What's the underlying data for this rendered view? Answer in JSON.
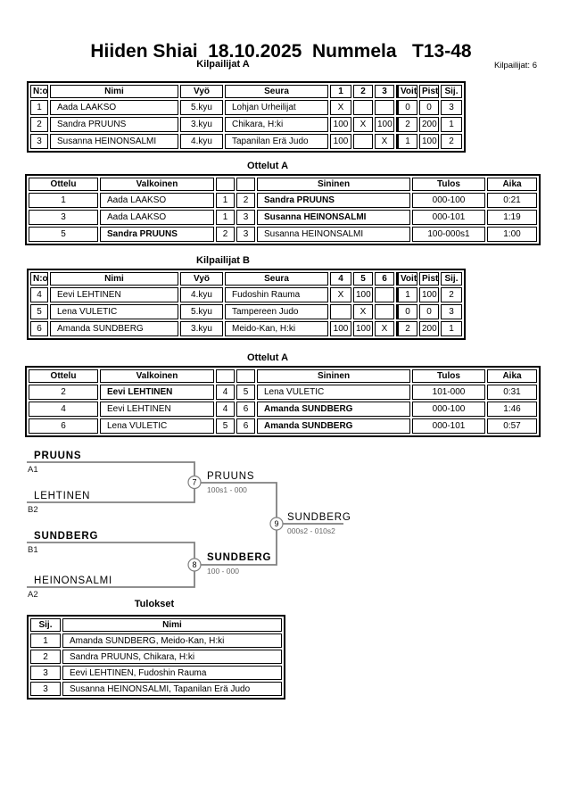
{
  "page": {
    "title": "Hiiden Shiai  18.10.2025  Nummela   T13-48",
    "competitors_count": "Kilpailijat: 6"
  },
  "colors": {
    "text": "#000000",
    "table_border": "#000000",
    "bracket_line": "#808080",
    "bracket_score_text": "#666666",
    "background": "#ffffff"
  },
  "sections": {
    "pool_a": {
      "title": "Kilpailijat A",
      "headers": [
        "N:o",
        "Nimi",
        "Vyö",
        "Seura",
        "1",
        "2",
        "3",
        "Voit.",
        "Pist.",
        "Sij."
      ],
      "rows": [
        {
          "no": "1",
          "name": "Aada LAAKSO",
          "belt": "5.kyu",
          "club": "Lohjan Urheilijat",
          "c1": "X",
          "c2": "",
          "c3": "",
          "wins": "0",
          "points": "0",
          "place": "3"
        },
        {
          "no": "2",
          "name": "Sandra PRUUNS",
          "belt": "3.kyu",
          "club": "Chikara, H:ki",
          "c1": "100",
          "c2": "X",
          "c3": "100",
          "wins": "2",
          "points": "200",
          "place": "1"
        },
        {
          "no": "3",
          "name": "Susanna HEINONSALMI",
          "belt": "4.kyu",
          "club": "Tapanilan Erä Judo",
          "c1": "100",
          "c2": "",
          "c3": "X",
          "wins": "1",
          "points": "100",
          "place": "2"
        }
      ]
    },
    "matches_a": {
      "title": "Ottelut A",
      "headers": [
        "Ottelu",
        "Valkoinen",
        "Sininen",
        "Tulos",
        "Aika"
      ],
      "rows": [
        {
          "match": "1",
          "white": "Aada LAAKSO",
          "white_no": "1",
          "blue_no": "2",
          "blue": "Sandra PRUUNS",
          "winner": "blue",
          "result": "000-100",
          "time": "0:21"
        },
        {
          "match": "3",
          "white": "Aada LAAKSO",
          "white_no": "1",
          "blue_no": "3",
          "blue": "Susanna HEINONSALMI",
          "winner": "blue",
          "result": "000-101",
          "time": "1:19"
        },
        {
          "match": "5",
          "white": "Sandra PRUUNS",
          "white_no": "2",
          "blue_no": "3",
          "blue": "Susanna HEINONSALMI",
          "winner": "white",
          "result": "100-000s1",
          "time": "1:00"
        }
      ]
    },
    "pool_b": {
      "title": "Kilpailijat B",
      "headers": [
        "N:o",
        "Nimi",
        "Vyö",
        "Seura",
        "4",
        "5",
        "6",
        "Voit.",
        "Pist.",
        "Sij."
      ],
      "rows": [
        {
          "no": "4",
          "name": "Eevi LEHTINEN",
          "belt": "4.kyu",
          "club": "Fudoshin Rauma",
          "c1": "X",
          "c2": "100",
          "c3": "",
          "wins": "1",
          "points": "100",
          "place": "2"
        },
        {
          "no": "5",
          "name": "Lena VULETIC",
          "belt": "5.kyu",
          "club": "Tampereen Judo",
          "c1": "",
          "c2": "X",
          "c3": "",
          "wins": "0",
          "points": "0",
          "place": "3"
        },
        {
          "no": "6",
          "name": "Amanda SUNDBERG",
          "belt": "3.kyu",
          "club": "Meido-Kan, H:ki",
          "c1": "100",
          "c2": "100",
          "c3": "X",
          "wins": "2",
          "points": "200",
          "place": "1"
        }
      ]
    },
    "matches_b": {
      "title": "Ottelut A",
      "headers": [
        "Ottelu",
        "Valkoinen",
        "Sininen",
        "Tulos",
        "Aika"
      ],
      "rows": [
        {
          "match": "2",
          "white": "Eevi LEHTINEN",
          "white_no": "4",
          "blue_no": "5",
          "blue": "Lena VULETIC",
          "winner": "white",
          "result": "101-000",
          "time": "0:31"
        },
        {
          "match": "4",
          "white": "Eevi LEHTINEN",
          "white_no": "4",
          "blue_no": "6",
          "blue": "Amanda SUNDBERG",
          "winner": "blue",
          "result": "000-100",
          "time": "1:46"
        },
        {
          "match": "6",
          "white": "Lena VULETIC",
          "white_no": "5",
          "blue_no": "6",
          "blue": "Amanda SUNDBERG",
          "winner": "blue",
          "result": "000-101",
          "time": "0:57"
        }
      ]
    },
    "bracket": {
      "semi1": {
        "top_name": "PRUUNS",
        "top_seed": "A1",
        "bottom_name": "LEHTINEN",
        "bottom_seed": "B2",
        "match_no": "7",
        "winner": "PRUUNS",
        "score": "100s1 - 000"
      },
      "semi2": {
        "top_name": "SUNDBERG",
        "top_seed": "B1",
        "bottom_name": "HEINONSALMI",
        "bottom_seed": "A2",
        "match_no": "8",
        "winner": "SUNDBERG",
        "score": "100 - 000"
      },
      "final": {
        "match_no": "9",
        "winner": "SUNDBERG",
        "score": "000s2 - 010s2"
      }
    },
    "results": {
      "title": "Tulokset",
      "headers": [
        "Sij.",
        "Nimi"
      ],
      "rows": [
        {
          "place": "1",
          "name": "Amanda SUNDBERG, Meido-Kan, H:ki"
        },
        {
          "place": "2",
          "name": "Sandra PRUUNS, Chikara, H:ki"
        },
        {
          "place": "3",
          "name": "Eevi LEHTINEN, Fudoshin Rauma"
        },
        {
          "place": "3",
          "name": "Susanna HEINONSALMI, Tapanilan Erä Judo"
        }
      ]
    }
  }
}
